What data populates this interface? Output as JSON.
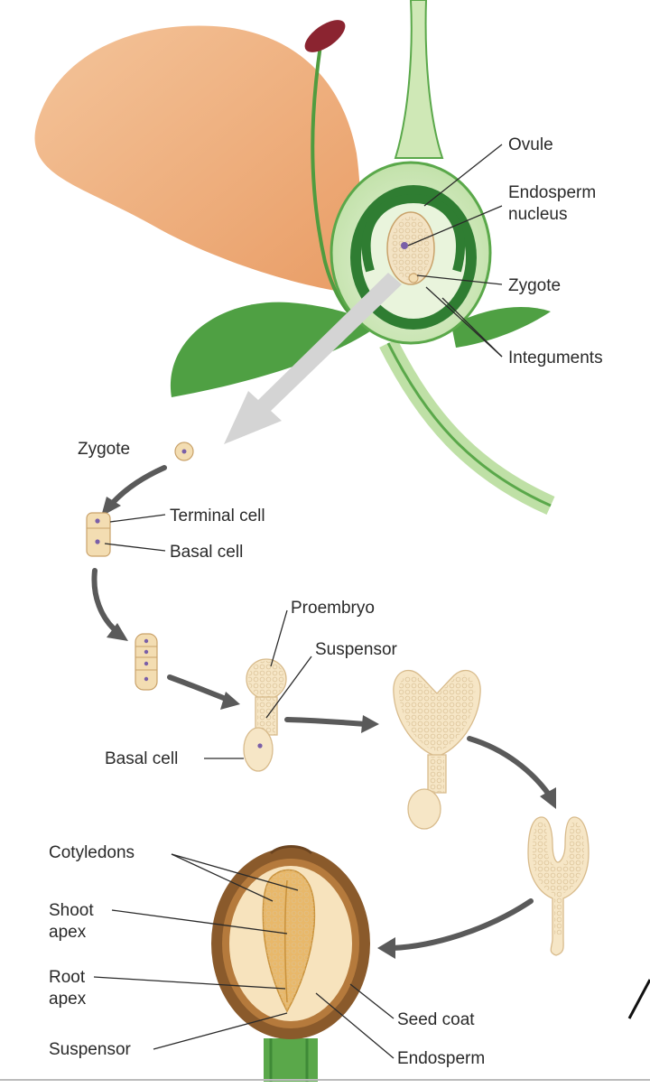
{
  "labels": {
    "ovule": "Ovule",
    "endosperm_nucleus_1": "Endosperm",
    "endosperm_nucleus_2": "nucleus",
    "zygote_top": "Zygote",
    "integuments": "Integuments",
    "zygote": "Zygote",
    "terminal_cell": "Terminal cell",
    "basal_cell_top": "Basal cell",
    "proembryo": "Proembryo",
    "suspensor_mid": "Suspensor",
    "basal_cell_mid": "Basal cell",
    "cotyledons": "Cotyledons",
    "shoot_apex_1": "Shoot",
    "shoot_apex_2": "apex",
    "root_apex_1": "Root",
    "root_apex_2": "apex",
    "suspensor_seed": "Suspensor",
    "seed_coat": "Seed coat",
    "endosperm": "Endosperm"
  },
  "colors": {
    "petal": "#f0b383",
    "stem": "#5aa84a",
    "ovary": "#2f7d32",
    "anther": "#8b2430",
    "arrow_big": "#d0d0d0",
    "arrow": "#5a5a5a",
    "seed_coat": "#8a5a2b",
    "endosperm": "#f7e3bd"
  }
}
